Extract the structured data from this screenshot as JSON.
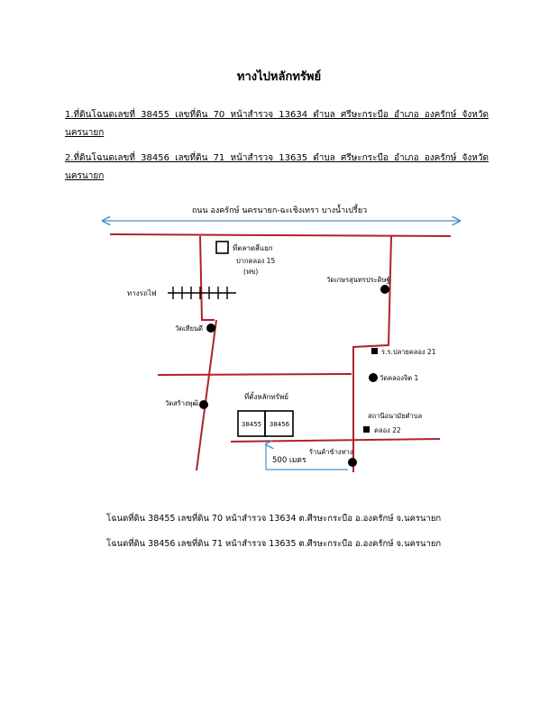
{
  "title": "ทางไปหลักทรัพย์",
  "parcels": [
    "1.ที่ดินโฉนดเลขที่ 38455 เลขที่ดิน 70 หน้าสำรวจ 13634 ตำบล ศรีษะกระบือ อำเภอ องครักษ์ จังหวัด นครนายก",
    "2.ที่ดินโฉนดเลขที่ 38456 เลขที่ดิน 71 หน้าสำรวจ 13635 ตำบล ศรีษะกระบือ อำเภอ องครักษ์ จังหวัด นครนายก"
  ],
  "map": {
    "road_name": "ถนน องครักษ์ นครนายก-ฉะเชิงเทรา บางน้ำเปรี้ยว",
    "landmarks": {
      "market": "ที่ตลาดสี่แยก",
      "canal_line1": "ปากคลอง 15",
      "canal_line2": "(ฟข)",
      "railway": "ทางรถไฟ",
      "temple_right": "วัดเกษรสุนทรประดิษฐ์",
      "temple_left1": "วัดเทียนดี",
      "temple_left2": "วัดสร้างพุฒิ",
      "school": "ร.ร.ปลายคลอง 21",
      "temple_khlong": "วัดคลองจิต 1",
      "health_line1": "สถานีอนามัยตำบล",
      "health_line2": "คลอง 22",
      "parcel_area": "ที่ตั้งหลักทรัพย์",
      "plot1": "38455",
      "plot2": "38456",
      "shop": "ร้านค้าข้างทาง",
      "distance": "500 เมตร"
    }
  },
  "captions": [
    "โฉนดที่ดิน 38455 เลขที่ดิน 70 หน้าสำรวจ 13634 ต.ศีรษะกระบือ อ.องครักษ์ จ.นครนายก",
    "โฉนดที่ดิน 38456 เลขที่ดิน 71 หน้าสำรวจ 13635 ต.ศีรษะกระบือ อ.องครักษ์ จ.นครนายก"
  ],
  "colors": {
    "road": "#b0222b",
    "arrow": "#4a90c8",
    "ink": "#000000"
  }
}
